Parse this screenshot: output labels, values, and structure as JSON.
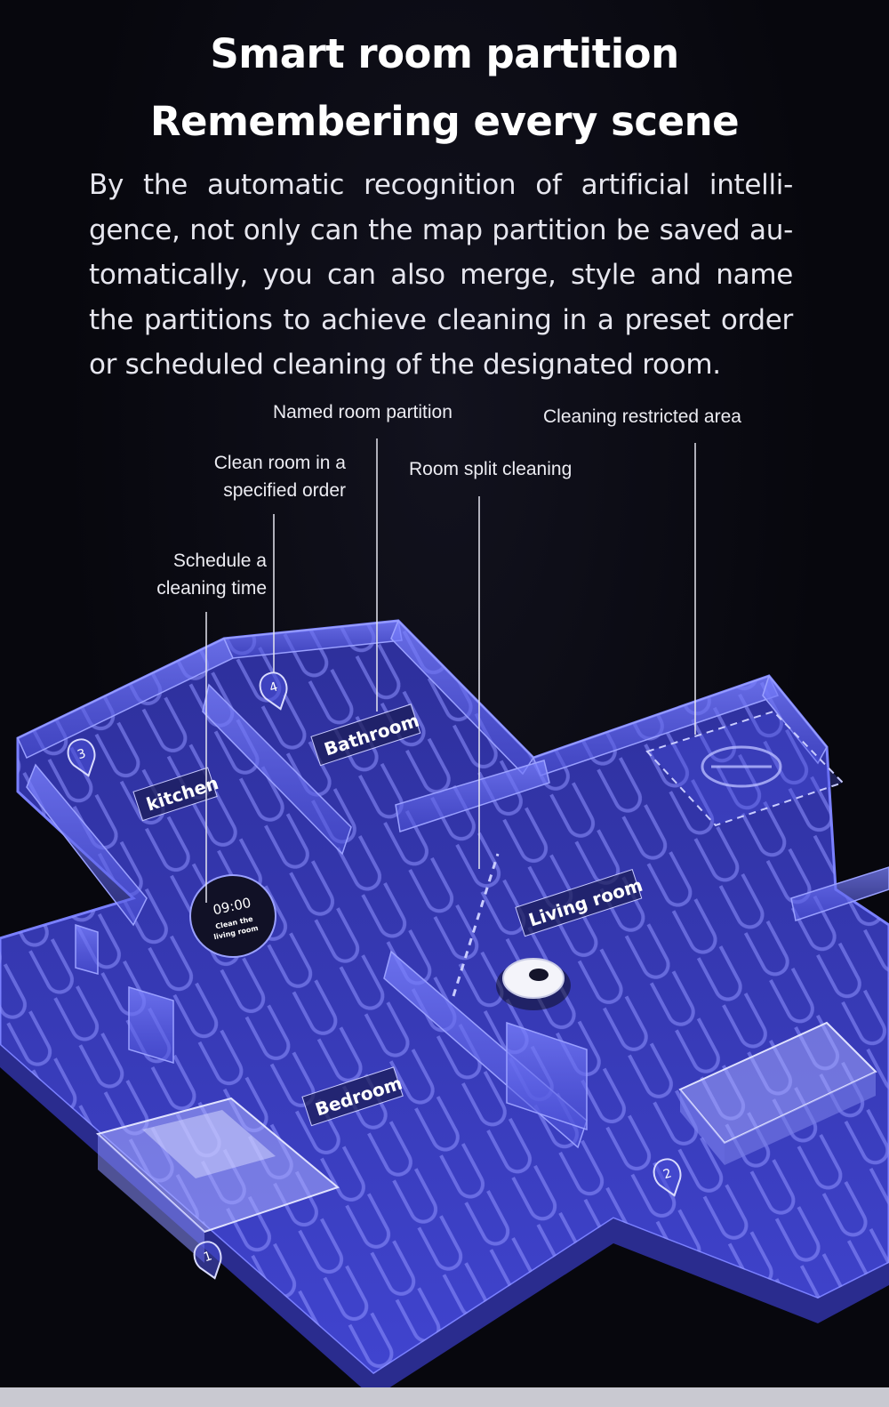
{
  "header": {
    "title_line1": "Smart room partition",
    "title_line2": "Remembering every scene",
    "description": "By the automatic recognition of artificial intelli-gence, not only can the map partition be saved au-tomatically, you can also merge, style and name the partitions to achieve cleaning in a preset order or scheduled cleaning of the designated room."
  },
  "callouts": {
    "named_partition": "Named room partition",
    "restricted_area": "Cleaning restricted area",
    "specified_order_line1": "Clean room in a",
    "specified_order_line2": "specified order",
    "split_cleaning": "Room split cleaning",
    "schedule_line1": "Schedule a",
    "schedule_line2": "cleaning time"
  },
  "rooms": {
    "kitchen": "kitchen",
    "bathroom": "Bathroom",
    "living_room": "Living room",
    "bedroom": "Bedroom"
  },
  "markers": [
    "1",
    "2",
    "3",
    "4"
  ],
  "schedule_badge": {
    "time": "09:00",
    "line1": "Clean the",
    "line2": "living room"
  },
  "colors": {
    "background": "#07070d",
    "floor": "#3b3ec4",
    "wall": "#6f74f0",
    "path": "#8d92ff"
  }
}
